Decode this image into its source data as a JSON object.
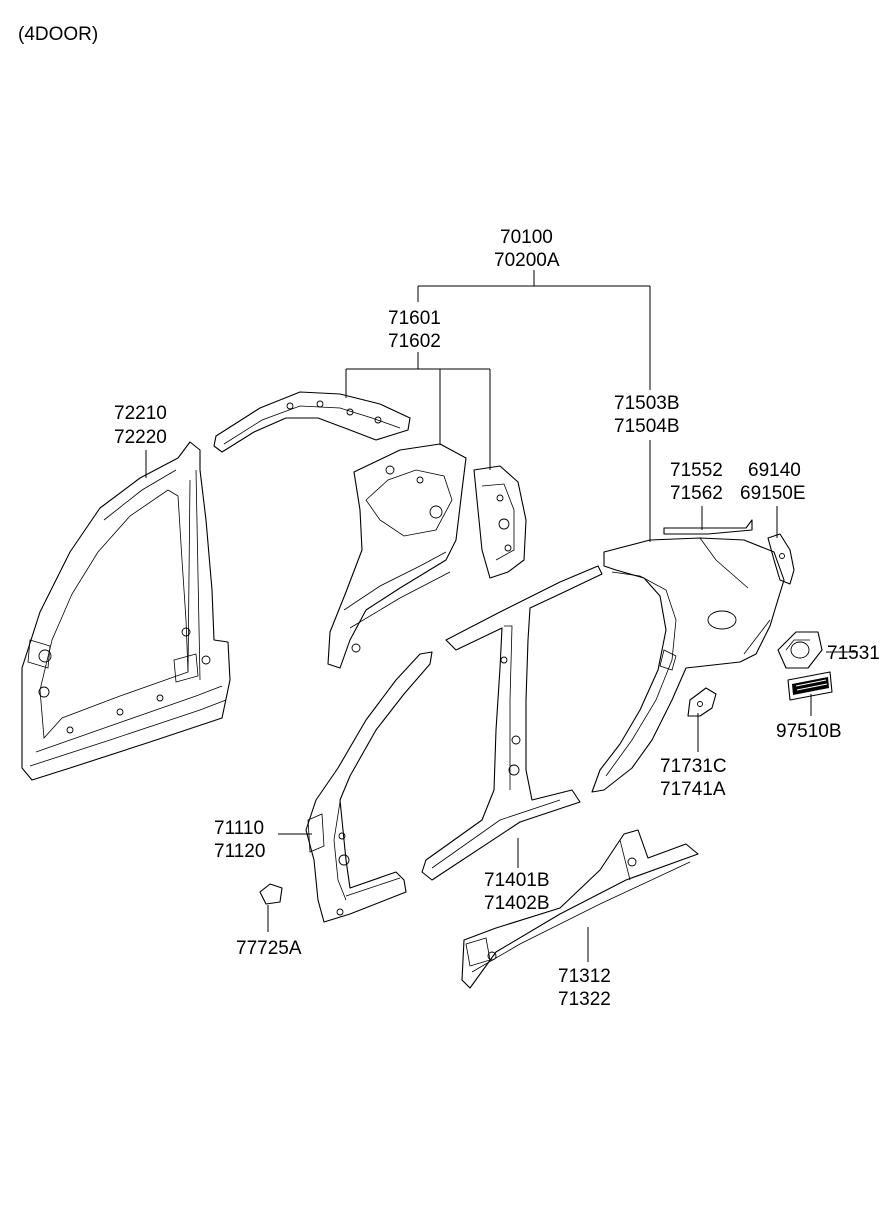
{
  "header": {
    "variant": "(4DOOR)"
  },
  "labels": {
    "p70100": "70100",
    "p70200A": "70200A",
    "p71601": "71601",
    "p71602": "71602",
    "p72210": "72210",
    "p72220": "72220",
    "p71503B": "71503B",
    "p71504B": "71504B",
    "p71552": "71552",
    "p71562": "71562",
    "p69140": "69140",
    "p69150E": "69150E",
    "p71531": "71531",
    "p97510B": "97510B",
    "p71731C": "71731C",
    "p71741A": "71741A",
    "p71110": "71110",
    "p71120": "71120",
    "p71401B": "71401B",
    "p71402B": "71402B",
    "p77725A": "77725A",
    "p71312": "71312",
    "p71322": "71322"
  }
}
